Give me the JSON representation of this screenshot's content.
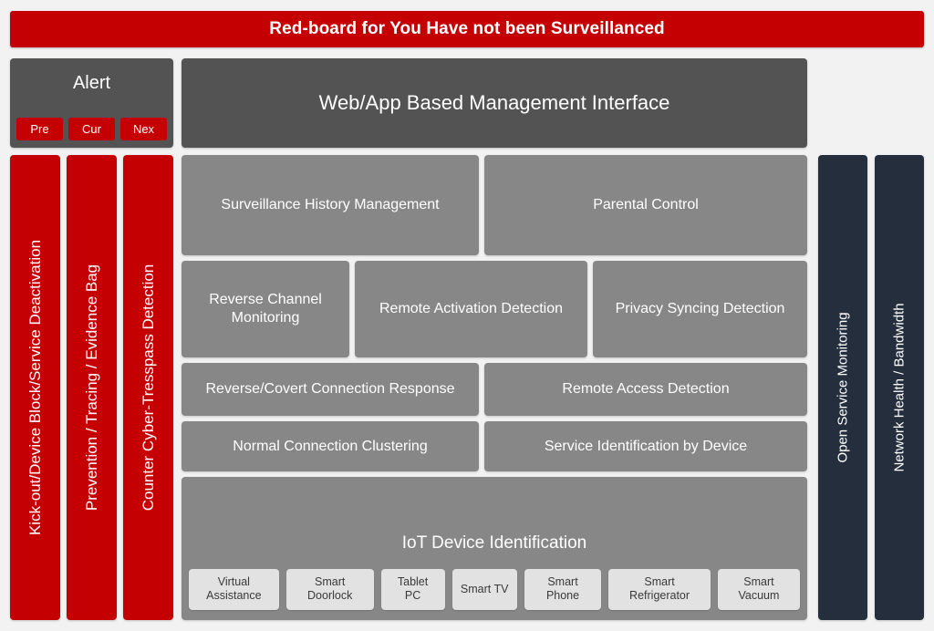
{
  "banner": {
    "title": "Red-board for You Have not been Surveillanced"
  },
  "alert_panel": {
    "title": "Alert",
    "buttons": [
      {
        "label": "Pre"
      },
      {
        "label": "Cur"
      },
      {
        "label": "Nex"
      }
    ]
  },
  "header": {
    "title": "Web/App Based Management Interface"
  },
  "left_columns": [
    {
      "label": "Kick-out/Device Block/Service Deactivation"
    },
    {
      "label": "Prevention / Tracing / Evidence Bag"
    },
    {
      "label": "Counter Cyber-Tresspass Detection"
    }
  ],
  "right_columns": [
    {
      "label": "Open Service Monitoring"
    },
    {
      "label": "Network Health / Bandwidth"
    }
  ],
  "main": {
    "row1": [
      {
        "label": "Surveillance History Management"
      },
      {
        "label": "Parental Control"
      }
    ],
    "row2": [
      {
        "label": "Reverse Channel Monitoring"
      },
      {
        "label": "Remote Activation Detection"
      },
      {
        "label": "Privacy Syncing Detection"
      }
    ],
    "row3": [
      {
        "label": "Reverse/Covert Connection Response"
      },
      {
        "label": "Remote Access Detection"
      }
    ],
    "row4": [
      {
        "label": "Normal Connection Clustering"
      },
      {
        "label": "Service Identification by Device"
      }
    ],
    "iot": {
      "title": "IoT Device Identification",
      "devices": [
        {
          "label": "Virtual\nAssistance"
        },
        {
          "label": "Smart\nDoorlock"
        },
        {
          "label": "Tablet\nPC"
        },
        {
          "label": "Smart TV"
        },
        {
          "label": "Smart\nPhone"
        },
        {
          "label": "Smart\nRefrigerator"
        },
        {
          "label": "Smart\nVacuum"
        }
      ]
    }
  },
  "colors": {
    "accent_red": "#c50003",
    "navy": "#242e3d",
    "dark_gray": "#535353",
    "mid_gray": "#878787",
    "chip_gray": "#e2e2e2",
    "page_bg": "#f2f2f2"
  }
}
